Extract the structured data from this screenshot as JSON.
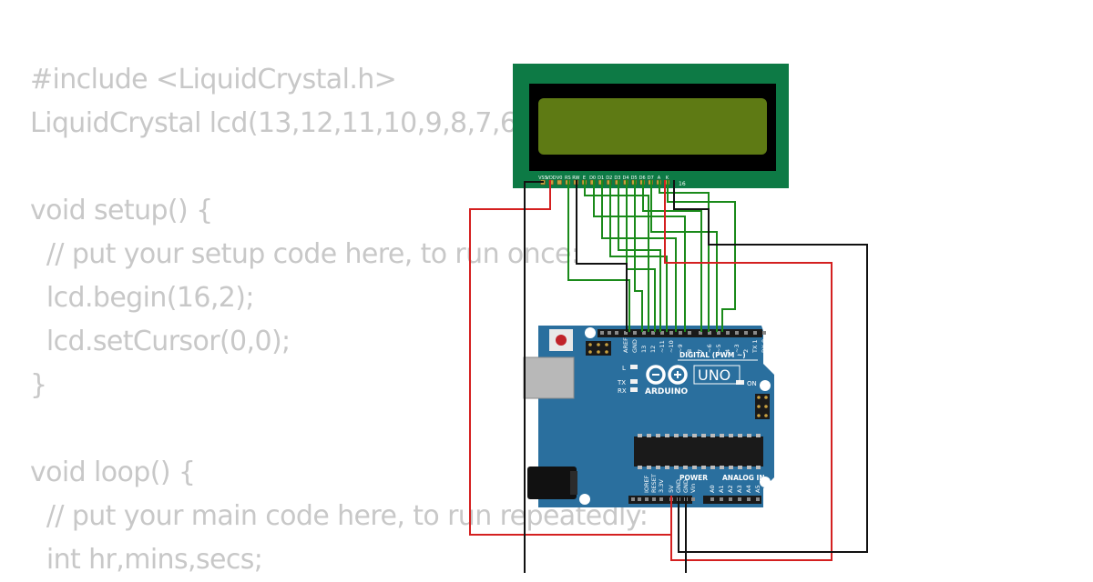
{
  "code_lines": [
    "#include <LiquidCrystal.h>",
    "LiquidCrystal lcd(13,12,11,10,9,8,7,6);",
    "",
    "void setup() {",
    "  // put your setup code here, to run once:",
    "  lcd.begin(16,2);",
    "  lcd.setCursor(0,0);",
    "}",
    "",
    "void loop() {",
    "  // put your main code here, to run repeatedly:",
    "  int hr,mins,secs;"
  ],
  "lcd": {
    "pin_labels": [
      "VSS",
      "VDD",
      "V0",
      "RS",
      "RW",
      "E",
      "D0",
      "D1",
      "D2",
      "D3",
      "D4",
      "D5",
      "D6",
      "D7",
      "A",
      "K"
    ],
    "pin_end_label": "16"
  },
  "arduino": {
    "brand": "ARDUINO",
    "model": "UNO",
    "digital_header_label": "DIGITAL (PWM ~)",
    "top_pin_labels": [
      "AREF",
      "GND",
      "13",
      "12",
      "~11",
      "~10",
      "~9",
      "8",
      "7",
      "~6",
      "~5",
      "4",
      "~3",
      "2",
      "TX 1",
      "RX 0"
    ],
    "power_label": "POWER",
    "analog_label": "ANALOG IN",
    "power_pin_labels": [
      "IOREF",
      "RESET",
      "3.3V",
      "5V",
      "GND",
      "GND",
      "Vin"
    ],
    "analog_pin_labels": [
      "A0",
      "A1",
      "A2",
      "A3",
      "A4",
      "A5"
    ],
    "led_labels": [
      "L",
      "TX",
      "RX"
    ],
    "on_label": "ON"
  },
  "colors": {
    "code_text": "#c8c8c8",
    "lcd_board": "#0d7a45",
    "lcd_screen": "#5e7a14",
    "arduino_board": "#2a6f9e",
    "wire_green": "#1a8a1a",
    "wire_red": "#d42020",
    "wire_black": "#111111"
  }
}
